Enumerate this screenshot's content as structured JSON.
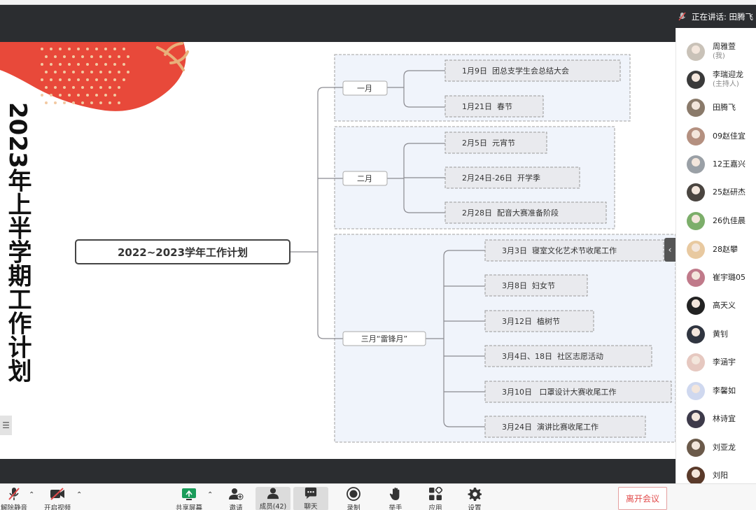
{
  "meeting": {
    "speaking_label": "正在讲话: 田腾飞",
    "leave_label": "离开会议"
  },
  "slide": {
    "vertical_title": "2023年上半学期工作计划",
    "root": "2022~2023学年工作计划",
    "months": [
      {
        "label": "一月",
        "events": [
          "1月9日  团总支学生会总结大会",
          "1月21日  春节"
        ]
      },
      {
        "label": "二月",
        "events": [
          "2月5日  元宵节",
          "2月24日-26日  开学季",
          "2月28日  配音大赛准备阶段"
        ]
      },
      {
        "label": "三月“雷锋月”",
        "events": [
          "3月3日  寝室文化艺术节收尾工作",
          "3月8日  妇女节",
          "3月12日  植树节",
          "3月4日、18日  社区志愿活动",
          "3月10日   口罩设计大赛收尾工作",
          "3月24日  演讲比赛收尾工作"
        ]
      }
    ]
  },
  "participants": [
    {
      "name": "周雅萱",
      "sub": "(我)",
      "color": "#c9c2b8"
    },
    {
      "name": "李瑞迎龙",
      "sub": "(主持人)",
      "color": "#3a3a3a"
    },
    {
      "name": "田腾飞",
      "sub": "",
      "color": "#8a7a6a"
    },
    {
      "name": "09赵佳宜",
      "sub": "",
      "color": "#b49080"
    },
    {
      "name": "12王嘉兴",
      "sub": "",
      "color": "#9aa0a6"
    },
    {
      "name": "25赵研杰",
      "sub": "",
      "color": "#4a4540"
    },
    {
      "name": "26仇佳晨",
      "sub": "",
      "color": "#7cae6a"
    },
    {
      "name": "28赵攀",
      "sub": "",
      "color": "#e8c9a0"
    },
    {
      "name": "崔宇璐05",
      "sub": "",
      "color": "#c07a8a"
    },
    {
      "name": "高天义",
      "sub": "",
      "color": "#222222"
    },
    {
      "name": "黄钊",
      "sub": "",
      "color": "#303540"
    },
    {
      "name": "李涵宇",
      "sub": "",
      "color": "#e6c8c0"
    },
    {
      "name": "李馨如",
      "sub": "",
      "color": "#cfd8ef"
    },
    {
      "name": "林诗宜",
      "sub": "",
      "color": "#3d3a4a"
    },
    {
      "name": "刘亚龙",
      "sub": "",
      "color": "#6b5a4a"
    },
    {
      "name": "刘阳",
      "sub": "",
      "color": "#5a3a2a"
    }
  ],
  "toolbar": {
    "mute": "解除静音",
    "video": "开启视频",
    "share": "共享屏幕",
    "invite": "邀请",
    "members": "成员(42)",
    "chat": "聊天",
    "record": "录制",
    "hand": "举手",
    "apps": "应用",
    "settings": "设置"
  },
  "colors": {
    "dark_bar": "#2b2d30",
    "leave_red": "#e24b4b",
    "box_fill": "#f0f4fb",
    "deco_red": "#e8493a"
  }
}
